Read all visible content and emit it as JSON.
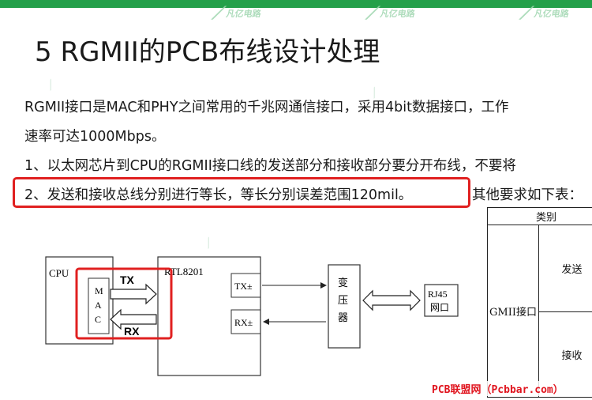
{
  "header": {
    "logos": [
      "凡亿电路",
      "凡亿电路",
      "凡亿电路"
    ]
  },
  "slide": {
    "title": "5 RGMII的PCB布线设计处理",
    "lines": [
      "RGMII接口是MAC和PHY之间常用的千兆网通信接口，采用4bit数据接口，工作",
      "速率可达1000Mbps。",
      "1、以太网芯片到CPU的RGMII接口线的发送部分和接收部分要分开布线，不要将",
      "2、发送和接收总线分别进行等长，等长分别误差范围120mil。",
      "其他要求如下表："
    ]
  },
  "diagram": {
    "cpu": "CPU",
    "mac": [
      "M",
      "A",
      "C"
    ],
    "tx": "TX",
    "rx": "RX",
    "phy": "RTL8201",
    "phy_tx": "TX±",
    "phy_rx": "RX±",
    "transformer": [
      "变",
      "压",
      "器"
    ],
    "rj45": [
      "RJ45",
      "网口"
    ]
  },
  "spec_table": {
    "header": "类别",
    "group": "GMII接口",
    "rows": [
      "发送",
      "接收"
    ]
  },
  "footer": {
    "credit": "PCB联盟网（Pcbbar.com）"
  },
  "colors": {
    "brand_green": "#24a04a",
    "highlight_red": "#e02020"
  }
}
